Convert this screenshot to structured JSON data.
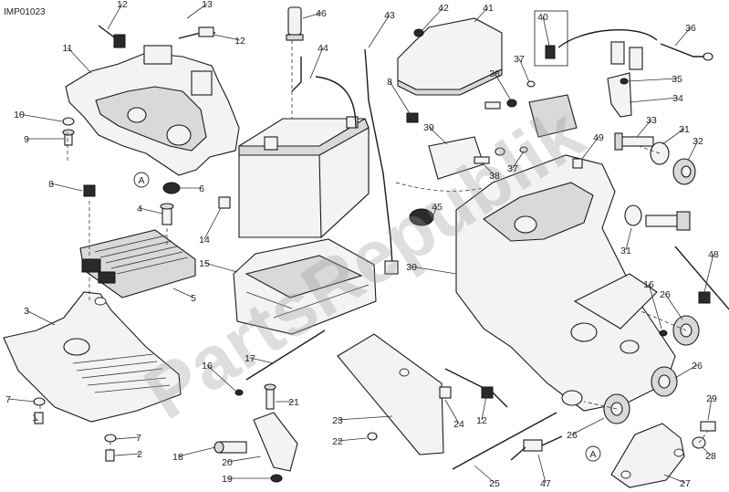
{
  "image_ref": "IMP01023",
  "watermark": "PartsRepublik",
  "reference_mark": "A",
  "callouts": [
    {
      "label": "1"
    },
    {
      "label": "2"
    },
    {
      "label": "3"
    },
    {
      "label": "4"
    },
    {
      "label": "5"
    },
    {
      "label": "6"
    },
    {
      "label": "7"
    },
    {
      "label": "7"
    },
    {
      "label": "8"
    },
    {
      "label": "8"
    },
    {
      "label": "9"
    },
    {
      "label": "10"
    },
    {
      "label": "11"
    },
    {
      "label": "12"
    },
    {
      "label": "12"
    },
    {
      "label": "12"
    },
    {
      "label": "13"
    },
    {
      "label": "14"
    },
    {
      "label": "15"
    },
    {
      "label": "16"
    },
    {
      "label": "16"
    },
    {
      "label": "17"
    },
    {
      "label": "18"
    },
    {
      "label": "19"
    },
    {
      "label": "20"
    },
    {
      "label": "21"
    },
    {
      "label": "22"
    },
    {
      "label": "23"
    },
    {
      "label": "24"
    },
    {
      "label": "25"
    },
    {
      "label": "26"
    },
    {
      "label": "26"
    },
    {
      "label": "26"
    },
    {
      "label": "27"
    },
    {
      "label": "28"
    },
    {
      "label": "29"
    },
    {
      "label": "30"
    },
    {
      "label": "31"
    },
    {
      "label": "31"
    },
    {
      "label": "32"
    },
    {
      "label": "33"
    },
    {
      "label": "34"
    },
    {
      "label": "35"
    },
    {
      "label": "36"
    },
    {
      "label": "37"
    },
    {
      "label": "37"
    },
    {
      "label": "38"
    },
    {
      "label": "38"
    },
    {
      "label": "39"
    },
    {
      "label": "40"
    },
    {
      "label": "41"
    },
    {
      "label": "42"
    },
    {
      "label": "43"
    },
    {
      "label": "44"
    },
    {
      "label": "45"
    },
    {
      "label": "46"
    },
    {
      "label": "47"
    },
    {
      "label": "48"
    },
    {
      "label": "49"
    }
  ]
}
